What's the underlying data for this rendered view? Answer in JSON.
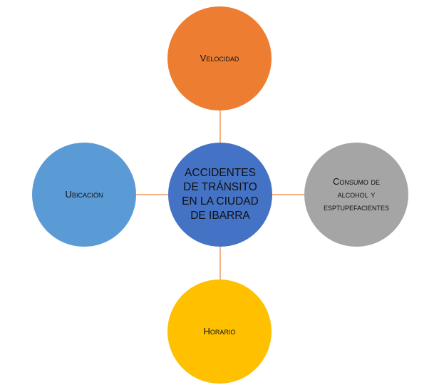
{
  "center": {
    "label_lines": [
      "ACCIDENTES",
      "DE TRÁNSITO",
      "EN LA CIUDAD",
      "DE IBARRA"
    ],
    "color": "#4472C4"
  },
  "nodes": {
    "top": {
      "label_lines": [
        "Velocidad"
      ],
      "color": "#ED7D31"
    },
    "left": {
      "label_lines": [
        "Ubicación"
      ],
      "color": "#5B9BD5"
    },
    "right": {
      "label_lines": [
        "Consumo de",
        "alcohol y",
        "esptupefacientes"
      ],
      "color": "#A5A5A5"
    },
    "bottom": {
      "label_lines": [
        "Horario"
      ],
      "color": "#FFC000"
    }
  },
  "connector_color": "#F4B183"
}
